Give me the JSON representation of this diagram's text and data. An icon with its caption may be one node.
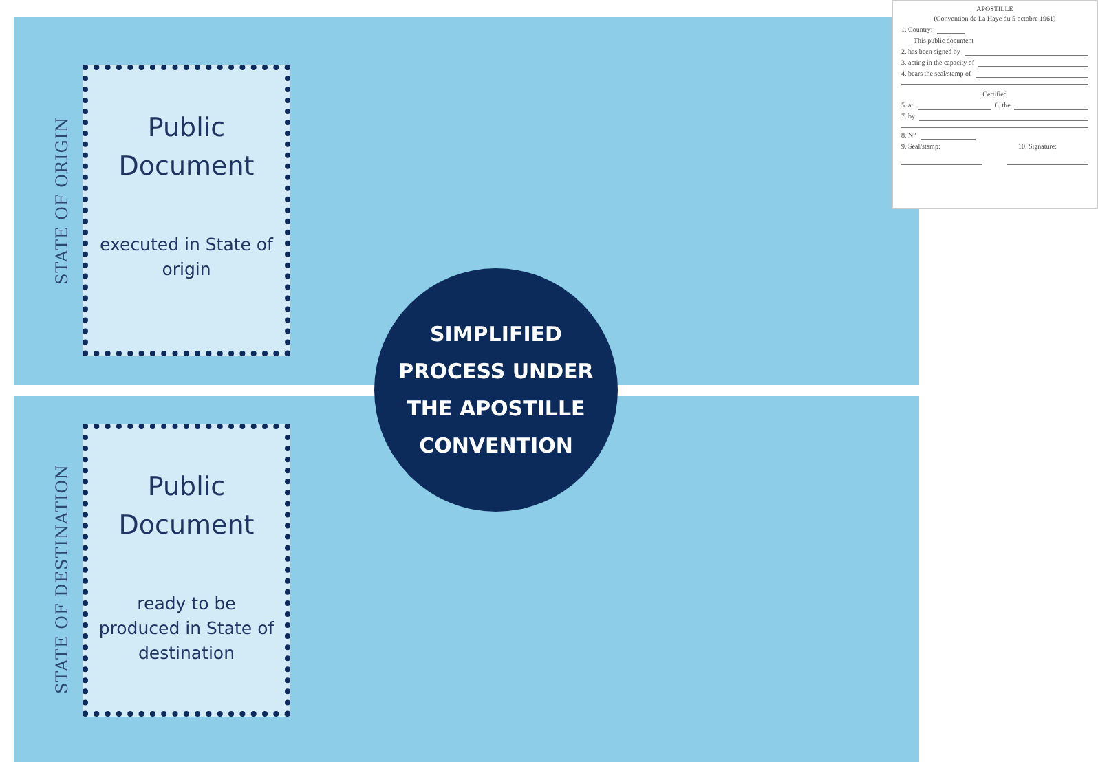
{
  "diagram": {
    "nodes": [
      {
        "text": [
          "STATE OF ORIGIN"
        ]
      },
      {
        "text": [
          "Public Document",
          "executed in State of origin"
        ],
        "in": 0
      },
      {
        "text": [
          "STATE OF DESTINATION"
        ]
      },
      {
        "text": [
          "Public Document",
          "ready to be produced in State of destination"
        ],
        "in": 2
      },
      {
        "text": [
          "SIMPLIFIED PROCESS UNDER THE APOSTILLE CONVENTION"
        ]
      },
      {
        "text": [
          "APOSTILLE",
          "(Convention de La Haye du 5 octobre 1961)",
          "1. Country:",
          "This public document",
          "2. has been signed by",
          "3. acting in the capacity of",
          "4. bears the seal/stamp of",
          "Certified",
          "5. at",
          "6. the",
          "7. by",
          "8. N°",
          "9. Seal/stamp:",
          "10. Signature:"
        ]
      }
    ],
    "edges": []
  }
}
